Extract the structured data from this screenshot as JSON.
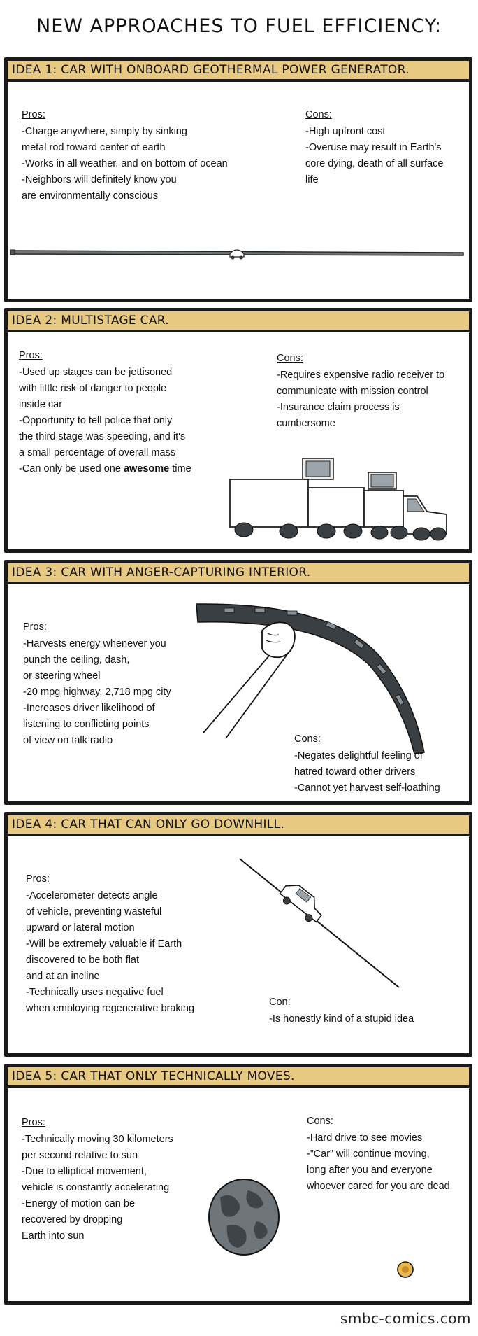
{
  "title": "NEW APPROACHES TO FUEL EFFICIENCY:",
  "panels": [
    {
      "banner": "IDEA 1: CAR WITH ONBOARD GEOTHERMAL POWER GENERATOR.",
      "pros_label": "Pros:",
      "pros": [
        "-Charge anywhere, simply by sinking",
        "metal rod toward center of earth",
        "-Works in all weather, and on bottom of ocean",
        "-Neighbors will definitely know you",
        "are environmentally conscious"
      ],
      "cons_label": "Cons:",
      "cons": [
        "-High upfront cost",
        "-Overuse may result in Earth's",
        "core dying, death of all surface",
        "life"
      ]
    },
    {
      "banner": "IDEA 2: MULTISTAGE CAR.",
      "pros_label": "Pros:",
      "pros": [
        "-Used up stages can be jettisoned",
        "with little risk of danger to people",
        "inside car",
        "-Opportunity to tell police that only",
        "the third stage was speeding, and it's",
        "a small percentage of overall mass"
      ],
      "pros_last_prefix": "-Can only be used one ",
      "pros_last_bold": "awesome",
      "pros_last_suffix": " time",
      "cons_label": "Cons:",
      "cons": [
        "-Requires expensive radio receiver to",
        "communicate with mission control",
        "-Insurance claim process is",
        "cumbersome"
      ]
    },
    {
      "banner": "IDEA 3: CAR WITH ANGER-CAPTURING INTERIOR.",
      "pros_label": "Pros:",
      "pros": [
        "-Harvests energy whenever you",
        "punch the ceiling, dash,",
        "or steering wheel",
        "-20 mpg highway, 2,718 mpg city",
        "-Increases driver likelihood of",
        "listening to conflicting points",
        "of view on talk radio"
      ],
      "cons_label": "Cons:",
      "cons": [
        "-Negates delightful feeling of",
        "hatred toward other drivers",
        "-Cannot yet harvest self-loathing"
      ]
    },
    {
      "banner": "IDEA 4: CAR THAT CAN ONLY GO DOWNHILL.",
      "pros_label": "Pros:",
      "pros": [
        "-Accelerometer detects angle",
        "of vehicle, preventing wasteful",
        "upward or lateral motion",
        "-Will be extremely valuable if Earth",
        "discovered to be both flat",
        "and at an incline",
        "-Technically uses negative fuel",
        "when employing regenerative braking"
      ],
      "cons_label": "Con:",
      "cons": [
        "-Is honestly kind of a stupid idea"
      ]
    },
    {
      "banner": "IDEA 5: CAR THAT ONLY TECHNICALLY MOVES.",
      "pros_label": "Pros:",
      "pros": [
        "-Technically moving 30 kilometers",
        "per second relative to sun",
        "-Due to elliptical movement,",
        "vehicle is constantly accelerating",
        "-Energy of motion can be",
        "recovered by dropping",
        "Earth into sun"
      ],
      "cons_label": "Cons:",
      "cons": [
        "-Hard drive to see movies",
        "-”Car” will continue moving,",
        "long after you and everyone",
        "whoever cared for you are dead"
      ]
    }
  ],
  "credit": "smbc-comics.com",
  "colors": {
    "banner": "#e7c982",
    "border": "#1a1a1a"
  }
}
